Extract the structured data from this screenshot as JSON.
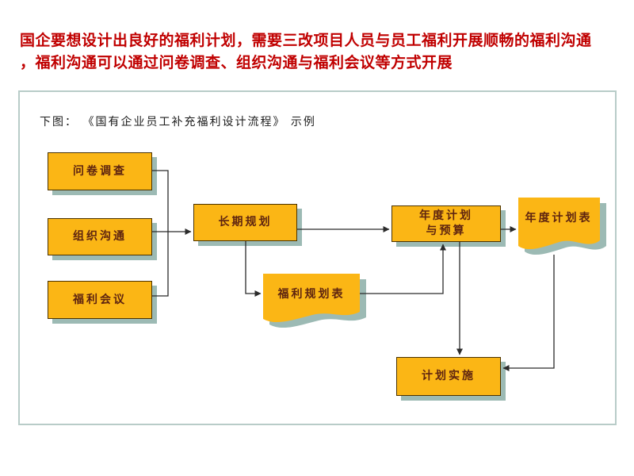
{
  "title": {
    "line1": "国企要想设计出良好的福利计划，需要三改项目人员与员工福利开展顺畅的福利沟通",
    "line2": "，福利沟通可以通过问卷调查、组织沟通与福利会议等方式开展"
  },
  "panel": {
    "caption": "下图： 《国有企业员工补充福利设计流程》 示例"
  },
  "flowchart": {
    "nodes": {
      "survey": {
        "label": "问卷调查",
        "type": "process"
      },
      "org_comm": {
        "label": "组织沟通",
        "type": "process"
      },
      "meeting": {
        "label": "福利会议",
        "type": "process"
      },
      "longterm": {
        "label": "长期规划",
        "type": "process"
      },
      "welfare_table": {
        "label": "福利规划表",
        "type": "document"
      },
      "annual": {
        "label": "年度计划\n与预算",
        "type": "process"
      },
      "annual_table": {
        "label": "年度计划表",
        "type": "document"
      },
      "implement": {
        "label": "计划实施",
        "type": "process"
      }
    },
    "connections": [
      "问卷调查 → 长期规划",
      "组织沟通 → 长期规划",
      "福利会议 → 长期规划",
      "长期规划 → 年度计划与预算",
      "长期规划 → 福利规划表",
      "福利规划表 → 年度计划与预算",
      "年度计划与预算 → 年度计划表",
      "年度计划与预算 → 计划实施",
      "年度计划表 → 计划实施"
    ]
  },
  "colors": {
    "title_red": "#C00000",
    "node_fill": "#FBB615",
    "node_border": "#4A3200",
    "node_text": "#5E2410",
    "shadow": "#9CBAB4",
    "line": "#2B2B2B",
    "panel_border": "#B8CCC8",
    "background": "#FFFFFF"
  }
}
